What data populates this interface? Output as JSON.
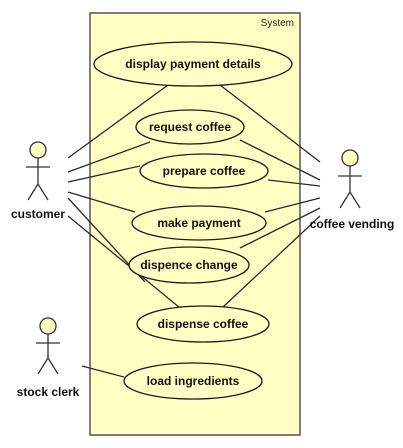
{
  "system": {
    "label": "System"
  },
  "actors": {
    "customer": {
      "label": "customer"
    },
    "coffee_vending": {
      "label": "coffee vending"
    },
    "stock_clerk": {
      "label": "stock clerk"
    }
  },
  "use_cases": {
    "display_payment_details": {
      "label": "display payment details"
    },
    "request_coffee": {
      "label": "request coffee"
    },
    "prepare_coffee": {
      "label": "prepare coffee"
    },
    "make_payment": {
      "label": "make payment"
    },
    "dispence_change": {
      "label": "dispence change"
    },
    "dispense_coffee": {
      "label": "dispense coffee"
    },
    "load_ingredients": {
      "label": "load ingredients"
    }
  },
  "associations": [
    {
      "actor": "customer",
      "use_case": "display_payment_details"
    },
    {
      "actor": "customer",
      "use_case": "request_coffee"
    },
    {
      "actor": "customer",
      "use_case": "prepare_coffee"
    },
    {
      "actor": "customer",
      "use_case": "make_payment"
    },
    {
      "actor": "customer",
      "use_case": "dispence_change"
    },
    {
      "actor": "customer",
      "use_case": "dispense_coffee"
    },
    {
      "actor": "coffee_vending",
      "use_case": "display_payment_details"
    },
    {
      "actor": "coffee_vending",
      "use_case": "request_coffee"
    },
    {
      "actor": "coffee_vending",
      "use_case": "prepare_coffee"
    },
    {
      "actor": "coffee_vending",
      "use_case": "make_payment"
    },
    {
      "actor": "coffee_vending",
      "use_case": "dispence_change"
    },
    {
      "actor": "coffee_vending",
      "use_case": "dispense_coffee"
    },
    {
      "actor": "stock_clerk",
      "use_case": "load_ingredients"
    }
  ],
  "colors": {
    "system_fill": "#ffffc4",
    "use_case_fill": "#ffffc4",
    "line": "#2a2a2a"
  }
}
